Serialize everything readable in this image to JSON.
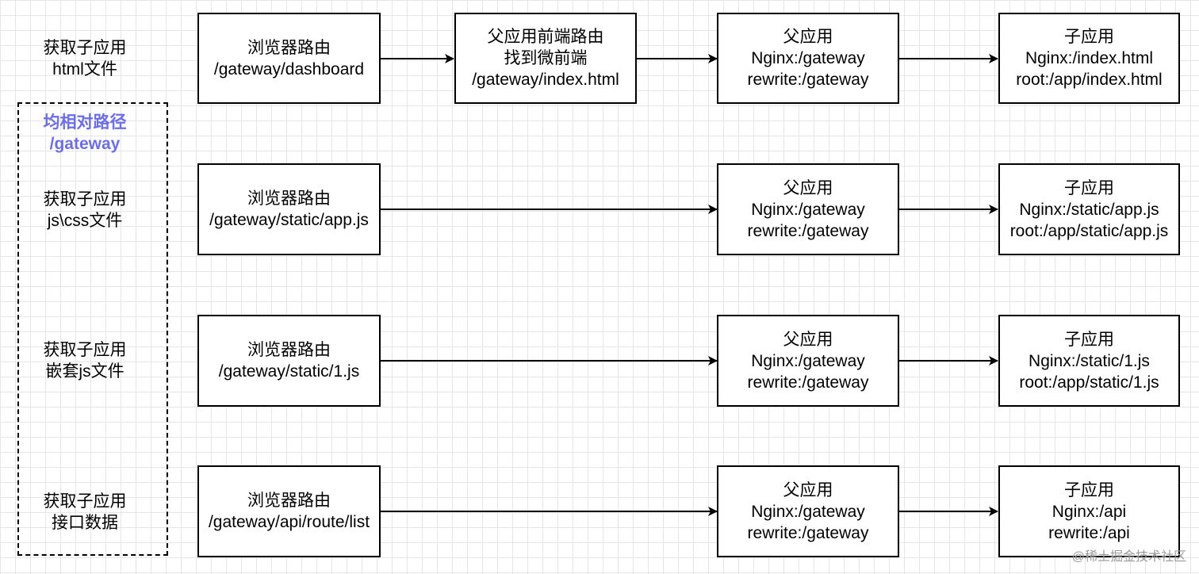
{
  "accent_color": "#6b6ee8",
  "left_labels": [
    [
      "获取子应用",
      "html文件"
    ],
    [
      "获取子应用",
      "js\\css文件"
    ],
    [
      "获取子应用",
      "嵌套js文件"
    ],
    [
      "获取子应用",
      "接口数据"
    ]
  ],
  "group_note": [
    "均相对路径",
    "/gateway"
  ],
  "browser_boxes": [
    [
      "浏览器路由",
      "/gateway/dashboard"
    ],
    [
      "浏览器路由",
      "/gateway/static/app.js"
    ],
    [
      "浏览器路由",
      "/gateway/static/1.js"
    ],
    [
      "浏览器路由",
      "/gateway/api/route/list"
    ]
  ],
  "frontend_box": [
    "父应用前端路由",
    "找到微前端",
    "/gateway/index.html"
  ],
  "parent_boxes": [
    [
      "父应用",
      "Nginx:/gateway",
      "rewrite:/gateway"
    ],
    [
      "父应用",
      "Nginx:/gateway",
      "rewrite:/gateway"
    ],
    [
      "父应用",
      "Nginx:/gateway",
      "rewrite:/gateway"
    ],
    [
      "父应用",
      "Nginx:/gateway",
      "rewrite:/gateway"
    ]
  ],
  "child_boxes": [
    [
      "子应用",
      "Nginx:/index.html",
      "root:/app/index.html"
    ],
    [
      "子应用",
      "Nginx:/static/app.js",
      "root:/app/static/app.js"
    ],
    [
      "子应用",
      "Nginx:/static/1.js",
      "root:/app/static/1.js"
    ],
    [
      "子应用",
      "Nginx:/api",
      "rewrite:/api"
    ]
  ],
  "watermark": "@稀土掘金技术社区"
}
